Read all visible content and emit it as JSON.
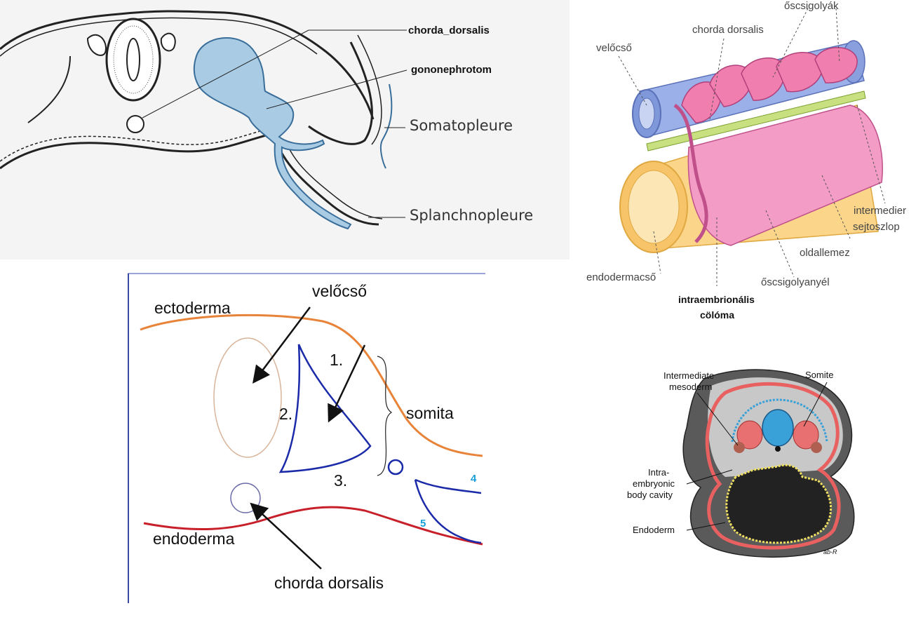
{
  "top_left": {
    "labels": {
      "chorda_dorsalis": "chorda_dorsalis",
      "gononephrotom": "gononephrotom",
      "somatopleure": "Somatopleure",
      "splanchnopleure": "Splanchnopleure"
    }
  },
  "top_right": {
    "labels": {
      "oscsigolyak": "ősc­sigolyák",
      "chorda_dorsalis": "chorda dorsalis",
      "velocso": "velőcső",
      "intermedier_1": "intermedier",
      "intermedier_2": "sejtoszlop",
      "oldallemez": "oldallemez",
      "endodermacso": "endodermacső",
      "oscsigolyanyel": "őscsigolyanyél",
      "coeloma_1": "intraembrionális",
      "coeloma_2": "cölóma"
    }
  },
  "bottom_left": {
    "labels": {
      "ectoderma": "ectoderma",
      "velocso": "velőcső",
      "n1": "1.",
      "n2": "2.",
      "n3": "3.",
      "somita": "somita",
      "n4": "4",
      "n5": "5",
      "endoderma": "endoderma",
      "chorda_dorsalis": "chorda dorsalis"
    }
  },
  "bottom_right": {
    "labels": {
      "intermediate_1": "Intermediate",
      "intermediate_2": "mesoderm",
      "somite": "Somite",
      "intra_1": "Intra-",
      "intra_2": "embryonic",
      "intra_3": "body cavity",
      "endoderm": "Endoderm",
      "signature": "ab-R"
    }
  }
}
